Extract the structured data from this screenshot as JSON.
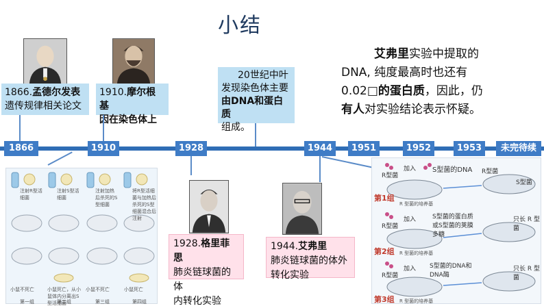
{
  "title": "小结",
  "events": {
    "e1866": {
      "year_label": "1866.",
      "name": "孟德尔发表",
      "rest": "遗传规律相关论文"
    },
    "e1910": {
      "year_label": "1910.",
      "name": "摩尔根基",
      "rest": "因在染色体上"
    },
    "e20c": {
      "line1": "20世纪中叶",
      "line2": "发现染色体主要",
      "line3": "由DNA和蛋白质",
      "line4": "组成。"
    },
    "e1928": {
      "year_label": "1928.",
      "name": "格里菲思",
      "rest1": "肺炎链球菌的体",
      "rest2": "内转化实验"
    },
    "e1944": {
      "year_label": "1944.",
      "name": "艾弗里",
      "rest1": "肺炎链球菌的体外",
      "rest2": "转化实验"
    }
  },
  "timeline": [
    "1866",
    "1910",
    "1928",
    "1944",
    "1951",
    "1952",
    "1953",
    "未完待续"
  ],
  "note": {
    "line1_bold": "艾弗里",
    "line1_rest": "实验中提取的",
    "line2": "DNA, 纯度最高时也还有",
    "line3_num": "0.02",
    "line3_bold": "□的蛋白质",
    "line3_rest": "，因此，仍",
    "line4_bold": "有人",
    "line4_rest": "对实验结论表示怀疑。"
  },
  "mice_panel": {
    "labels": [
      "注射R型活细菌",
      "注射S型活细菌",
      "注射加热后杀死的S型细菌",
      "将R型活细菌与加热后杀死的S型细菌混合后注射"
    ],
    "outcomes": [
      "小鼠不死亡",
      "小鼠死亡，从小鼠体内分离出S型活细菌",
      "小鼠不死亡",
      "小鼠死亡"
    ],
    "groups": [
      "第一组",
      "第二组",
      "第三组",
      "第四组"
    ]
  },
  "exp_panel": {
    "rows": [
      {
        "group": "第1组",
        "r_label": "R型菌",
        "add": "加入",
        "substance": "S型菌的DNA",
        "result1": "R型菌",
        "result2": "S型菌",
        "medium": "R 型菌的培养基"
      },
      {
        "group": "第2组",
        "r_label": "R型菌",
        "add": "加入",
        "substance": "S型菌的蛋白质或S型菌的荚膜多糖",
        "result1": "只长 R 型菌",
        "medium": "R 型菌的培养基"
      },
      {
        "group": "第3组",
        "r_label": "R型菌",
        "add": "加入",
        "substance": "S型菌的DNA和DNA酶",
        "result1": "只长 R 型菌",
        "medium": "R 型菌的培养基"
      }
    ]
  },
  "colors": {
    "timeline": "#3f7cc6",
    "infobox": "#bfe0f3",
    "pinkbox": "#ffe1ea",
    "title": "#1f3a5f"
  }
}
